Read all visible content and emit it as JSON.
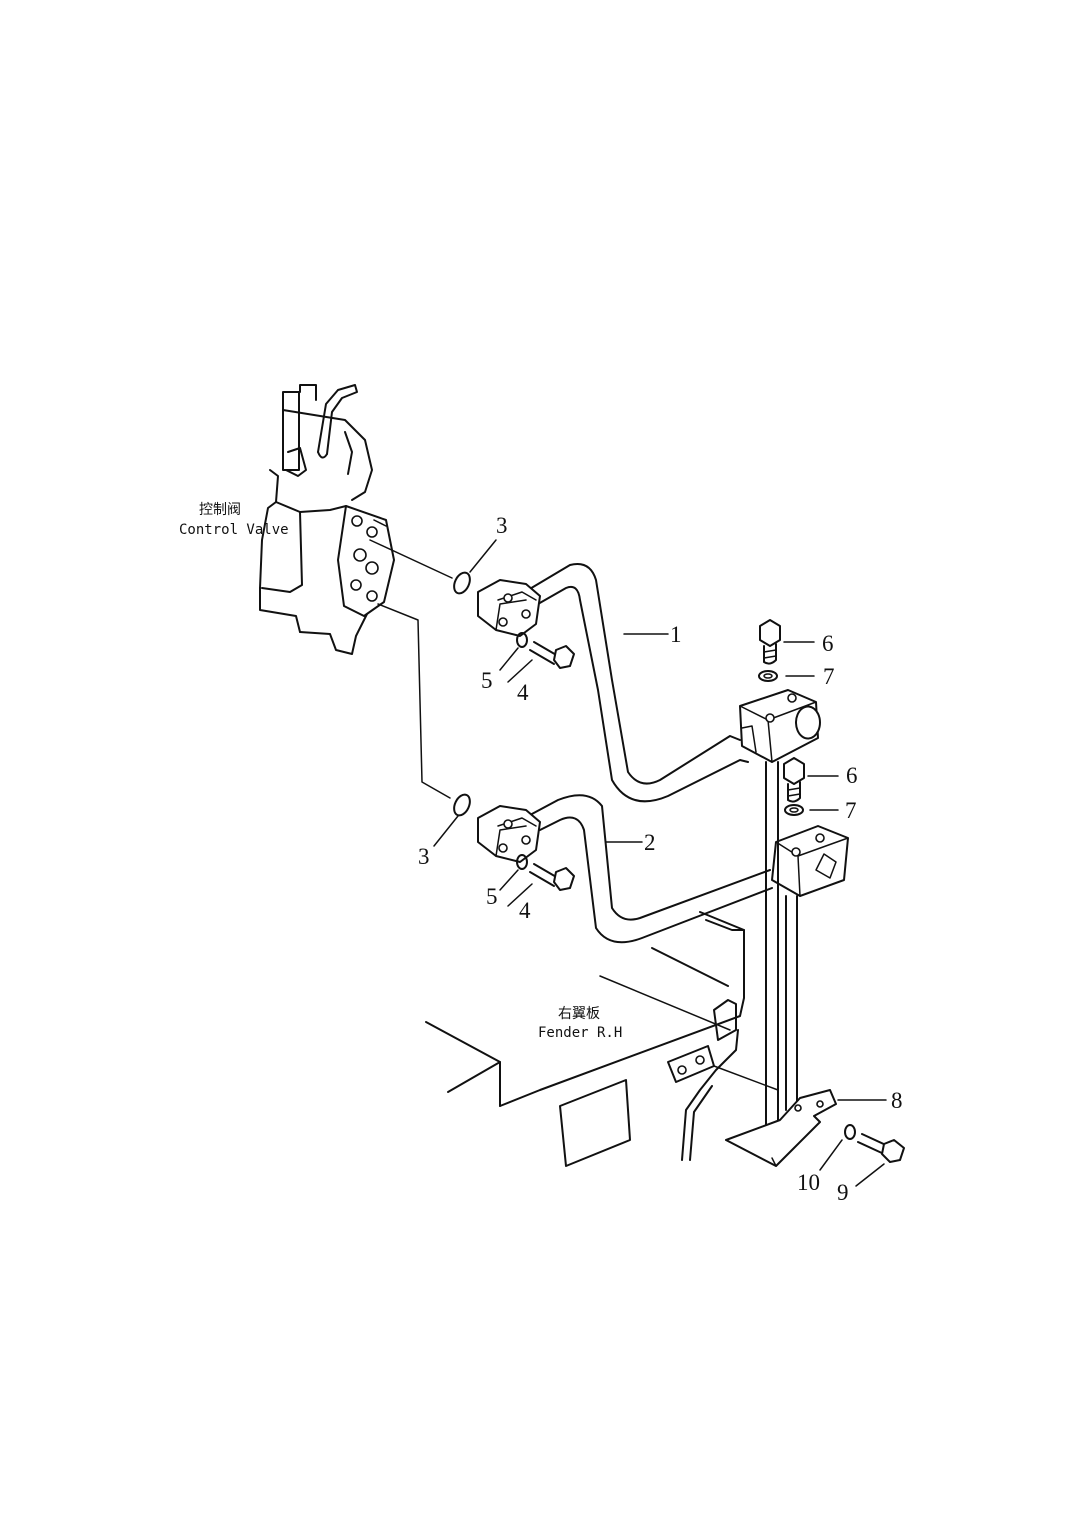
{
  "labels": {
    "control_valve_cn": "控制阀",
    "control_valve_en": "Control Valve",
    "fender_cn": "右翼板",
    "fender_en": "Fender R.H"
  },
  "callouts": {
    "p1": "1",
    "p2": "2",
    "p3_upper": "3",
    "p3_lower": "3",
    "p4_upper": "4",
    "p4_lower": "4",
    "p5_upper": "5",
    "p5_lower": "5",
    "p6_upper": "6",
    "p6_lower": "6",
    "p7_upper": "7",
    "p7_lower": "7",
    "p8": "8",
    "p9": "9",
    "p10": "10"
  }
}
